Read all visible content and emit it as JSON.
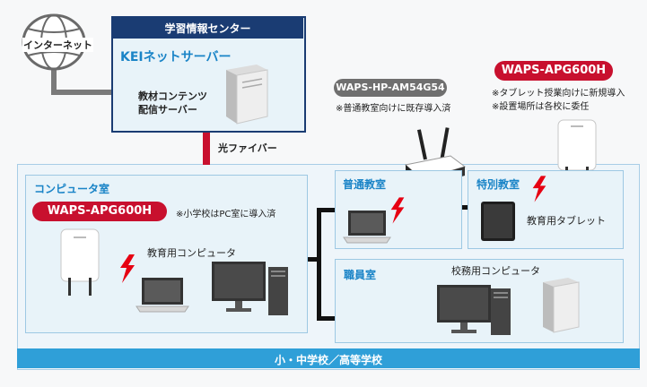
{
  "internet": {
    "label": "インターネット"
  },
  "learning_center": {
    "header": "学習情報センター",
    "server_title": "KEIネットサーバー",
    "content_server_label": "教材コンテンツ\n配信サーバー"
  },
  "fiber": {
    "label": "光ファイバー"
  },
  "waps_hp": {
    "model": "WAPS-HP-AM54G54",
    "note": "※普通教室向けに既存導入済"
  },
  "waps_apg_top": {
    "model": "WAPS-APG600H",
    "note1": "※タブレット授業向けに新規導入",
    "note2": "※設置場所は各校に委任"
  },
  "computer_room": {
    "title": "コンピュータ室",
    "model": "WAPS-APG600H",
    "note": "※小学校はPC室に導入済",
    "pc_label": "教育用コンピュータ"
  },
  "regular_classroom": {
    "title": "普通教室"
  },
  "special_classroom": {
    "title": "特別教室",
    "tablet_label": "教育用タブレット"
  },
  "staff_room": {
    "title": "職員室",
    "pc_label": "校務用コンピュータ"
  },
  "school_bar": {
    "label": "小・中学校／高等学校"
  },
  "colors": {
    "accent_blue": "#1a84c7",
    "brand_red": "#c8102e",
    "gray_pill": "#6f6f6f",
    "room_fill": "#e8f3f9"
  }
}
